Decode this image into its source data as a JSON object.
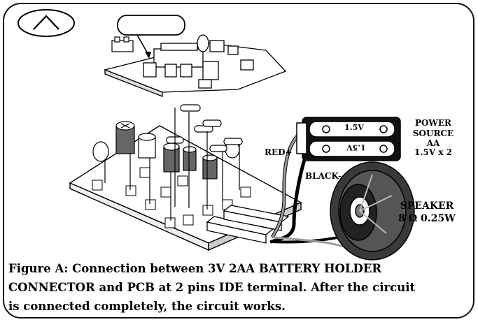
{
  "figure": {
    "badge_letter": "A",
    "power_label": [
      "POWER",
      "SOURCE",
      "AA",
      "1.5V x 2"
    ],
    "cell_top_text": "1.5V",
    "cell_bottom_text": "1.5V",
    "red_label": "RED+",
    "black_label": "BLACK-",
    "speaker_label": "SPEAKER",
    "speaker_spec": "8 Ω 0.25W",
    "caption_lines": [
      "Figure A: Connection between 3V 2AA BATTERY HOLDER",
      "CONNECTOR and PCB at 2 pins IDE terminal. After the circuit",
      "is connected completely, the circuit works."
    ]
  },
  "colors": {
    "ink": "#000000",
    "gray_wire": "#9a9a9a",
    "cone": "#3a3a3a"
  }
}
